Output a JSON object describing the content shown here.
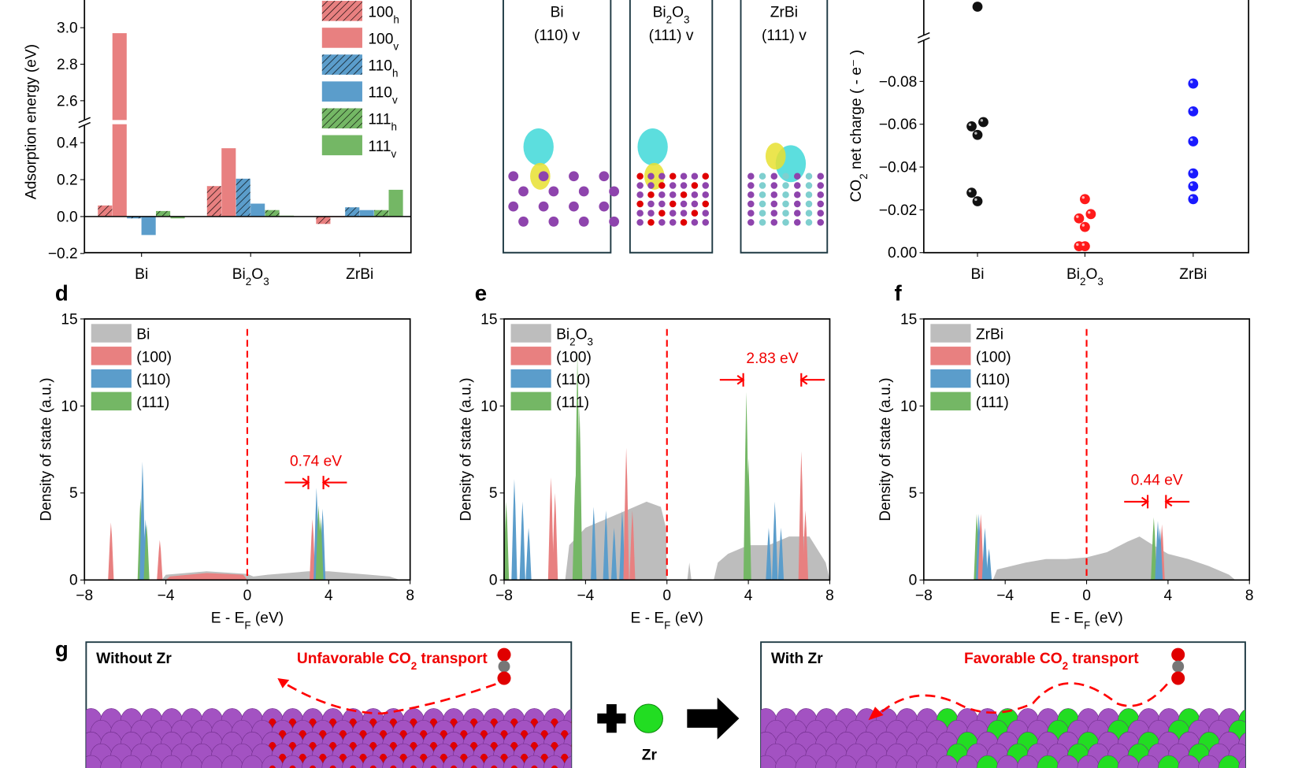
{
  "panel_labels": {
    "d": "d",
    "e": "e",
    "f": "f",
    "g": "g"
  },
  "chart_data": [
    {
      "id": "a",
      "type": "bar",
      "ylabel": "Adsorption energy (eV)",
      "categories": [
        "Bi",
        [
          "Bi",
          [
            "2"
          ],
          "O",
          [
            "3"
          ]
        ],
        "ZrBi"
      ],
      "yticks_lower": [
        "−0.2",
        "0.0",
        "0.2",
        "0.4"
      ],
      "ytick_values_lower": [
        -0.2,
        0,
        0.2,
        0.4
      ],
      "yticks_upper": [
        "2.6",
        "2.8",
        "3.0"
      ],
      "ytick_values_upper": [
        2.6,
        2.8,
        3.0
      ],
      "ylim_lower": [
        -0.2,
        0.5
      ],
      "ylim_upper": [
        2.5,
        3.2
      ],
      "axis_break": true,
      "legend_position": "top-right",
      "series": [
        {
          "name": [
            "100",
            [
              "h"
            ]
          ],
          "color": "#e88080",
          "hatched": true,
          "values": [
            0.06,
            0.165,
            -0.04
          ]
        },
        {
          "name": [
            "100",
            [
              "v"
            ]
          ],
          "color": "#e88080",
          "hatched": false,
          "values": [
            2.97,
            0.37,
            0.0
          ]
        },
        {
          "name": [
            "110",
            [
              "h"
            ]
          ],
          "color": "#5b9dcb",
          "hatched": true,
          "values": [
            -0.01,
            0.205,
            0.05
          ]
        },
        {
          "name": [
            "110",
            [
              "v"
            ]
          ],
          "color": "#5b9dcb",
          "hatched": false,
          "values": [
            -0.1,
            0.07,
            0.035
          ]
        },
        {
          "name": [
            "111",
            [
              "h"
            ]
          ],
          "color": "#74b765",
          "hatched": true,
          "values": [
            0.03,
            0.035,
            0.035
          ]
        },
        {
          "name": [
            "111",
            [
              "v"
            ]
          ],
          "color": "#74b765",
          "hatched": false,
          "values": [
            -0.01,
            0.005,
            0.145
          ]
        }
      ]
    },
    {
      "id": "c",
      "type": "scatter",
      "ylabel": [
        "CO",
        [
          "2"
        ],
        " net charge ( - e⁻ )"
      ],
      "categories": [
        "Bi",
        [
          "Bi",
          [
            "2"
          ],
          "O",
          [
            "3"
          ]
        ],
        "ZrBi"
      ],
      "yticks": [
        "0.00",
        "−0.02",
        "−0.04",
        "−0.06",
        "−0.08"
      ],
      "ytick_values": [
        0,
        -0.02,
        -0.04,
        -0.06,
        -0.08
      ],
      "ylim": [
        0.0,
        -0.1
      ],
      "axis_break": true,
      "series": [
        {
          "name": "Bi",
          "color": "#111111",
          "values": [
            -0.061,
            -0.059,
            -0.055,
            -0.028,
            -0.024
          ],
          "above_break_count": 1
        },
        {
          "name": "Bi2O3",
          "color": "#ff1a1a",
          "values": [
            -0.025,
            -0.018,
            -0.016,
            -0.012,
            -0.003,
            -0.003
          ],
          "above_break_count": 0
        },
        {
          "name": "ZrBi",
          "color": "#1a1aff",
          "values": [
            -0.079,
            -0.066,
            -0.052,
            -0.037,
            -0.031,
            -0.025
          ],
          "above_break_count": 0
        }
      ]
    },
    {
      "id": "d",
      "type": "area",
      "xlabel": {
        "main": "E - E",
        "sub": "F",
        "unit": " (eV)"
      },
      "ylabel": "Density of state (a.u.)",
      "xticks": [
        "−8",
        "−4",
        "0",
        "4",
        "8"
      ],
      "xtick_values": [
        -8,
        -4,
        0,
        4,
        8
      ],
      "yticks": [
        "0",
        "5",
        "10",
        "15"
      ],
      "ytick_values": [
        0,
        5,
        10,
        15
      ],
      "xlim": [
        -8,
        8
      ],
      "ylim": [
        0,
        15
      ],
      "legend": [
        [
          "Bi"
        ],
        [
          "(100)"
        ],
        [
          "(110)"
        ],
        [
          "(111)"
        ]
      ],
      "legend_colors": [
        "#bdbdbd",
        "#e88080",
        "#5b9dcb",
        "#74b765"
      ],
      "fermi_line": 0,
      "background": [
        [
          -4.2,
          0
        ],
        [
          -4,
          0.3
        ],
        [
          -2,
          0.5
        ],
        [
          0,
          0.35
        ],
        [
          0.3,
          0.2
        ],
        [
          1,
          0.3
        ],
        [
          2,
          0.4
        ],
        [
          3,
          0.5
        ],
        [
          4,
          0.5
        ],
        [
          5,
          0.4
        ],
        [
          6,
          0.3
        ],
        [
          7,
          0.2
        ],
        [
          7.5,
          0
        ]
      ],
      "red_background": [
        [
          -4,
          0
        ],
        [
          -3.8,
          0.2
        ],
        [
          -2,
          0.4
        ],
        [
          -0.2,
          0.3
        ],
        [
          0,
          0
        ]
      ],
      "peaks": [
        [
          -6.7,
          3.3,
          1
        ],
        [
          -4.3,
          2.3,
          1
        ],
        [
          -5.25,
          4.7,
          3
        ],
        [
          -5.15,
          6.8,
          2
        ],
        [
          -5.0,
          3.5,
          2
        ],
        [
          -4.95,
          3.2,
          3
        ],
        [
          3.2,
          3.5,
          1
        ],
        [
          3.4,
          5.3,
          2
        ],
        [
          3.5,
          4.3,
          3
        ],
        [
          3.7,
          4.1,
          2
        ],
        [
          3.6,
          3.6,
          3
        ]
      ],
      "gap": {
        "label": "0.74 eV",
        "left": 3.0,
        "right": 3.74,
        "level": 5.6
      }
    },
    {
      "id": "e",
      "type": "area",
      "xlabel": {
        "main": "E - E",
        "sub": "F",
        "unit": " (eV)"
      },
      "ylabel": "Density of state (a.u.)",
      "xticks": [
        "−8",
        "−4",
        "0",
        "4",
        "8"
      ],
      "xtick_values": [
        -8,
        -4,
        0,
        4,
        8
      ],
      "yticks": [
        "0",
        "5",
        "10",
        "15"
      ],
      "ytick_values": [
        0,
        5,
        10,
        15
      ],
      "xlim": [
        -8,
        8
      ],
      "ylim": [
        0,
        15
      ],
      "legend": [
        [
          "Bi",
          [
            "2"
          ],
          "O",
          [
            "3"
          ]
        ],
        [
          "(100)"
        ],
        [
          "(110)"
        ],
        [
          "(111)"
        ]
      ],
      "legend_colors": [
        "#bdbdbd",
        "#e88080",
        "#5b9dcb",
        "#74b765"
      ],
      "fermi_line": 0,
      "background": [
        [
          -5,
          0
        ],
        [
          -4.8,
          2
        ],
        [
          -4,
          3
        ],
        [
          -3,
          3.5
        ],
        [
          -2,
          4
        ],
        [
          -1,
          4.5
        ],
        [
          -0.3,
          4.2
        ],
        [
          -0.05,
          3
        ],
        [
          0,
          0
        ],
        [
          1,
          0
        ],
        [
          1.1,
          1
        ],
        [
          1.2,
          0
        ],
        [
          2.3,
          0
        ],
        [
          2.5,
          1
        ],
        [
          3,
          1.5
        ],
        [
          4,
          2
        ],
        [
          5,
          2
        ],
        [
          6,
          2.5
        ],
        [
          7,
          2.5
        ],
        [
          7.8,
          1
        ],
        [
          8,
          0
        ]
      ],
      "red_background": [],
      "peaks": [
        [
          -7.9,
          4.5,
          3
        ],
        [
          -7.5,
          5.8,
          2
        ],
        [
          -7.1,
          4.5,
          2
        ],
        [
          -6.8,
          3,
          2
        ],
        [
          -5.7,
          5.9,
          1
        ],
        [
          -5.5,
          5.0,
          1
        ],
        [
          -4.4,
          13,
          3
        ],
        [
          -4.3,
          10,
          3
        ],
        [
          -4.5,
          6,
          3
        ],
        [
          -3.6,
          4.2,
          2
        ],
        [
          -3.0,
          4.0,
          2
        ],
        [
          -2.6,
          3,
          2
        ],
        [
          -2.2,
          4,
          2
        ],
        [
          -2.0,
          7.6,
          1
        ],
        [
          -1.7,
          4,
          1
        ],
        [
          3.9,
          10.8,
          3
        ],
        [
          4.0,
          7,
          3
        ],
        [
          5.0,
          3,
          2
        ],
        [
          5.3,
          4.5,
          2
        ],
        [
          5.6,
          3,
          2
        ],
        [
          6.6,
          7.4,
          1
        ],
        [
          6.8,
          4,
          1
        ]
      ],
      "gap": {
        "label": "2.83 eV",
        "left": 3.75,
        "right": 6.6,
        "level": 11.5
      }
    },
    {
      "id": "f",
      "type": "area",
      "xlabel": {
        "main": "E - E",
        "sub": "F",
        "unit": " (eV)"
      },
      "ylabel": "Density of state (a.u.)",
      "xticks": [
        "−8",
        "−4",
        "0",
        "4",
        "8"
      ],
      "xtick_values": [
        -8,
        -4,
        0,
        4,
        8
      ],
      "yticks": [
        "0",
        "5",
        "10",
        "15"
      ],
      "ytick_values": [
        0,
        5,
        10,
        15
      ],
      "xlim": [
        -8,
        8
      ],
      "ylim": [
        0,
        15
      ],
      "legend": [
        [
          "ZrBi"
        ],
        [
          "(100)"
        ],
        [
          "(110)"
        ],
        [
          "(111)"
        ]
      ],
      "legend_colors": [
        "#bdbdbd",
        "#e88080",
        "#5b9dcb",
        "#74b765"
      ],
      "fermi_line": 0,
      "background": [
        [
          -4.6,
          0
        ],
        [
          -4.4,
          0.6
        ],
        [
          -3,
          1
        ],
        [
          -2,
          1.2
        ],
        [
          -1,
          1.2
        ],
        [
          0,
          1.3
        ],
        [
          1,
          1.6
        ],
        [
          2,
          2.2
        ],
        [
          2.6,
          2.5
        ],
        [
          3,
          2.2
        ],
        [
          4,
          1.5
        ],
        [
          5,
          1.2
        ],
        [
          6,
          0.8
        ],
        [
          7,
          0.3
        ],
        [
          7.3,
          0
        ]
      ],
      "red_background": [],
      "peaks": [
        [
          -5.4,
          3.8,
          3
        ],
        [
          -5.3,
          3.8,
          2
        ],
        [
          -5.2,
          3.8,
          1
        ],
        [
          -5.0,
          3.0,
          2
        ],
        [
          -4.8,
          1.8,
          2
        ],
        [
          3.3,
          3.6,
          3
        ],
        [
          3.5,
          3.4,
          2
        ],
        [
          3.7,
          3.2,
          1
        ],
        [
          3.6,
          3.0,
          2
        ]
      ],
      "gap": {
        "label": "0.44 eV",
        "left": 3.0,
        "right": 3.9,
        "level": 4.5
      }
    }
  ],
  "panel_b": {
    "frames": [
      {
        "title": [
          "Bi"
        ],
        "facet": "(110) v"
      },
      {
        "title": [
          "Bi",
          [
            "2"
          ],
          "O",
          [
            "3"
          ]
        ],
        "facet": "(111) v"
      },
      {
        "title": [
          "ZrBi"
        ],
        "facet": "(111) v"
      }
    ]
  },
  "panel_g": {
    "left_title": "Without Zr",
    "left_caption": [
      "Unfavorable CO",
      [
        "2"
      ],
      " transport"
    ],
    "right_title": "With Zr",
    "right_caption": [
      "Favorable CO",
      [
        "2"
      ],
      " transport"
    ],
    "dopant_label": "Zr",
    "colors": {
      "bi": "#a352c2",
      "o": "#e00000",
      "zr": "#22dd22",
      "c": "#777777"
    }
  }
}
